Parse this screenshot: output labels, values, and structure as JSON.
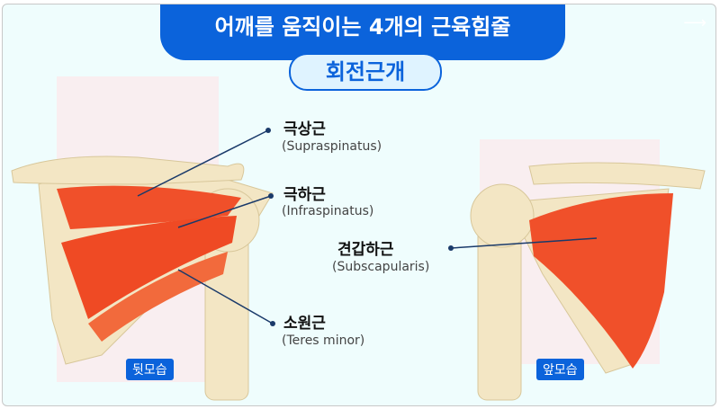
{
  "title": "어깨를 움직이는 4개의 근육힘줄",
  "subtitle": "회전근개",
  "back_view": {
    "badge": "뒷모습",
    "labels": [
      {
        "ko": "극상근",
        "en": "(Supraspinatus)"
      },
      {
        "ko": "극하근",
        "en": "(Infraspinatus)"
      },
      {
        "ko": "소원근",
        "en": "(Teres minor)"
      }
    ]
  },
  "front_view": {
    "badge": "앞모습",
    "labels": [
      {
        "ko": "견갑하근",
        "en": "(Subscapularis)"
      }
    ]
  },
  "colors": {
    "accent": "#0b63db",
    "muscle": "#f0502a",
    "bone": "#f3e6c4"
  }
}
